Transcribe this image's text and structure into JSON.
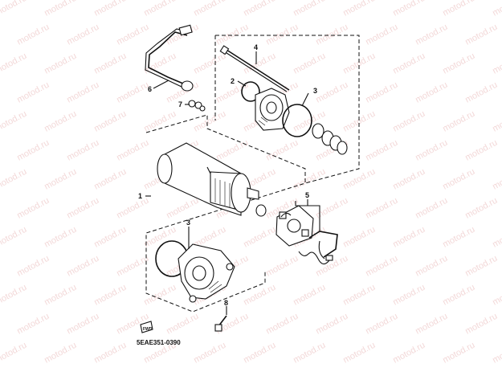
{
  "watermark": {
    "text": "motod.ru"
  },
  "diagram": {
    "callouts": [
      {
        "id": "c1",
        "label": "1"
      },
      {
        "id": "c2",
        "label": "2"
      },
      {
        "id": "c3a",
        "label": "3"
      },
      {
        "id": "c3b",
        "label": "3"
      },
      {
        "id": "c4",
        "label": "4"
      },
      {
        "id": "c5",
        "label": "5"
      },
      {
        "id": "c6",
        "label": "6"
      },
      {
        "id": "c7",
        "label": "7"
      },
      {
        "id": "c8",
        "label": "8"
      }
    ],
    "drawing_code": "5EAE351-0390",
    "front_mark": "FWD",
    "colors": {
      "line": "#111111",
      "watermark": "#e9b8b8"
    }
  }
}
